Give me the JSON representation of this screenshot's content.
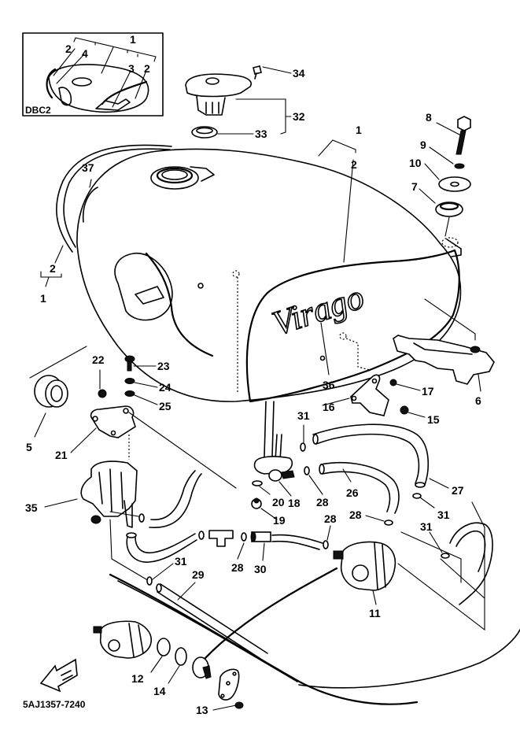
{
  "diagram": {
    "subject": "Fuel tank exploded parts view",
    "inset_label": "DBC2",
    "drawing_code": "5AJ1357-7240",
    "tank_logo_text": "Virago",
    "callouts": {
      "c1_inset": "1",
      "c2_inset_a": "2",
      "c4_inset": "4",
      "c3_inset": "3",
      "c2_inset_b": "2",
      "c34": "34",
      "c32": "32",
      "c33": "33",
      "c8": "8",
      "c9": "9",
      "c10": "10",
      "c7": "7",
      "c1_top": "1",
      "c2_top": "2",
      "c37": "37",
      "c2_left": "2",
      "c1_left": "1",
      "c36": "36",
      "c6": "6",
      "c17": "17",
      "c16": "16",
      "c15": "15",
      "c22": "22",
      "c23": "23",
      "c24": "24",
      "c25": "25",
      "c5": "5",
      "c21": "21",
      "c31_a": "31",
      "c20": "20",
      "c18": "18",
      "c28_a": "28",
      "c26": "26",
      "c27": "27",
      "c31_b": "31",
      "c28_b": "28",
      "c31_c": "31",
      "c19": "19",
      "c35": "35",
      "c28_c": "28",
      "c28_d": "28",
      "c30": "30",
      "c31_d": "31",
      "c29": "29",
      "c11": "11",
      "c12": "12",
      "c14": "14",
      "c13": "13"
    }
  }
}
